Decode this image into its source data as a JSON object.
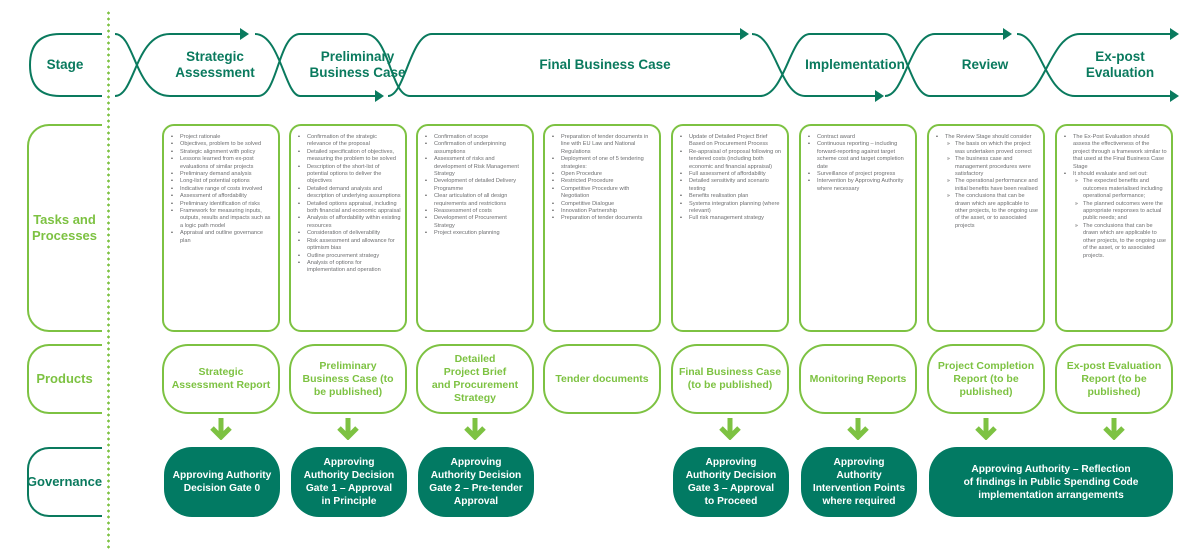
{
  "colors": {
    "teal": "#0a7a5e",
    "teal_fill": "#027a63",
    "green": "#7dc242",
    "text_grey": "#6d6e70"
  },
  "rows": {
    "stage": "Stage",
    "tasks": "Tasks and\nProcesses",
    "products": "Products",
    "governance": "Governance"
  },
  "stages": [
    "Strategic\nAssessment",
    "Preliminary\nBusiness Case",
    "Final Business Case",
    "Implementation",
    "Review",
    "Ex-post\nEvaluation"
  ],
  "tasks": [
    {
      "items": [
        {
          "t": "Project rationale"
        },
        {
          "t": "Objectives, problem to be solved"
        },
        {
          "t": "Strategic alignment with policy"
        },
        {
          "t": "Lessons learned from ex-post evaluations of similar projects"
        },
        {
          "t": "Preliminary demand analysis"
        },
        {
          "t": "Long-list of potential options"
        },
        {
          "t": "Indicative range of costs involved"
        },
        {
          "t": "Assessment of affordability"
        },
        {
          "t": "Preliminary identification of risks"
        },
        {
          "t": "Framework for measuring inputs, outputs, results and impacts such as a logic path model"
        },
        {
          "t": "Appraisal and outline governance plan"
        }
      ]
    },
    {
      "items": [
        {
          "t": "Confirmation of the strategic relevance of the proposal"
        },
        {
          "t": "Detailed specification of objectives, measuring the problem to be solved"
        },
        {
          "t": "Description of the short-list of potential options to deliver the objectives"
        },
        {
          "t": "Detailed demand analysis and description of underlying assumptions"
        },
        {
          "t": "Detailed options appraisal, including both financial and economic appraisal"
        },
        {
          "t": "Analysis of affordability within existing resources"
        },
        {
          "t": "Consideration of deliverability"
        },
        {
          "t": "Risk assessment and allowance for optimism bias"
        },
        {
          "t": "Outline procurement strategy"
        },
        {
          "t": "Analysis of options for implementation and operation"
        }
      ]
    },
    {
      "items": [
        {
          "t": "Confirmation of scope"
        },
        {
          "t": "Confirmation of underpinning assumptions"
        },
        {
          "t": "Assessment of risks and development of Risk Management Strategy"
        },
        {
          "t": "Development of detailed Delivery Programme"
        },
        {
          "t": "Clear articulation of all design requirements and restrictions"
        },
        {
          "t": "Reassessment of costs"
        },
        {
          "t": "Development of Procurement Strategy"
        },
        {
          "t": "Project execution planning"
        }
      ]
    },
    {
      "items": [
        {
          "t": "Preparation of tender documents in line with EU Law and National Regulations"
        },
        {
          "t": "Deployment of one of 5 tendering strategies:"
        },
        {
          "t": "Open Procedure"
        },
        {
          "t": "Restricted Procedure"
        },
        {
          "t": "Competitive Procedure with Negotiation"
        },
        {
          "t": "Competitive Dialogue"
        },
        {
          "t": "Innovation Partnership"
        },
        {
          "t": "Preparation of tender documents"
        }
      ]
    },
    {
      "items": [
        {
          "t": "Update of Detailed Project Brief Based on Procurement Process"
        },
        {
          "t": "Re-appraisal of proposal following on tendered costs (including both economic and financial appraisal)"
        },
        {
          "t": "Full assessment of affordability"
        },
        {
          "t": "Detailed sensitivity and scenario testing"
        },
        {
          "t": "Benefits realisation plan"
        },
        {
          "t": "Systems integration planning (where relevant)"
        },
        {
          "t": "Full risk management strategy"
        }
      ]
    },
    {
      "items": [
        {
          "t": "Contract award"
        },
        {
          "t": "Continuous reporting – including forward-reporting against target scheme cost and target completion date"
        },
        {
          "t": "Surveillance of project progress"
        },
        {
          "t": "Intervention by Approving Authority where necessary"
        }
      ]
    },
    {
      "items": [
        {
          "t": "The Review Stage should consider",
          "sub": [
            "The basis on which the project was undertaken proved correct",
            "The business case and management procedures were satisfactory",
            "The operational performance and initial benefits have been realised",
            "The conclusions that can be drawn which are applicable to other projects, to the ongoing use of the asset, or to associated projects"
          ]
        }
      ]
    },
    {
      "items": [
        {
          "t": "The Ex-Post Evaluation should assess the effectiveness of the project through a framework similar to that used at the Final Business Case Stage"
        },
        {
          "t": "It should evaluate and set out:",
          "sub": [
            "The expected benefits and outcomes materialised including operational performance;",
            "The planned outcomes were the appropriate responses to actual public needs; and",
            "The conclusions that can be drawn which are applicable to other projects, to the ongoing use of the asset, or to associated projects."
          ]
        }
      ]
    }
  ],
  "products": [
    "Strategic\nAssessment Report",
    "Preliminary\nBusiness Case (to\nbe published)",
    "Detailed\nProject Brief\nand Procurement\nStrategy",
    "Tender documents",
    "Final Business Case\n(to be published)",
    "Monitoring Reports",
    "Project Completion\nReport (to be\npublished)",
    "Ex-post Evaluation\nReport (to be\npublished)"
  ],
  "governance": [
    "Approving Authority\nDecision Gate 0",
    "Approving\nAuthority Decision\nGate 1 – Approval\nin Principle",
    "Approving\nAuthority Decision\nGate 2 – Pre-tender\nApproval",
    "Approving\nAuthority Decision\nGate 3 – Approval\nto Proceed",
    "Approving\nAuthority\nIntervention Points\nwhere required",
    "Approving Authority – Reflection\nof findings in Public Spending Code\nimplementation arrangements"
  ]
}
